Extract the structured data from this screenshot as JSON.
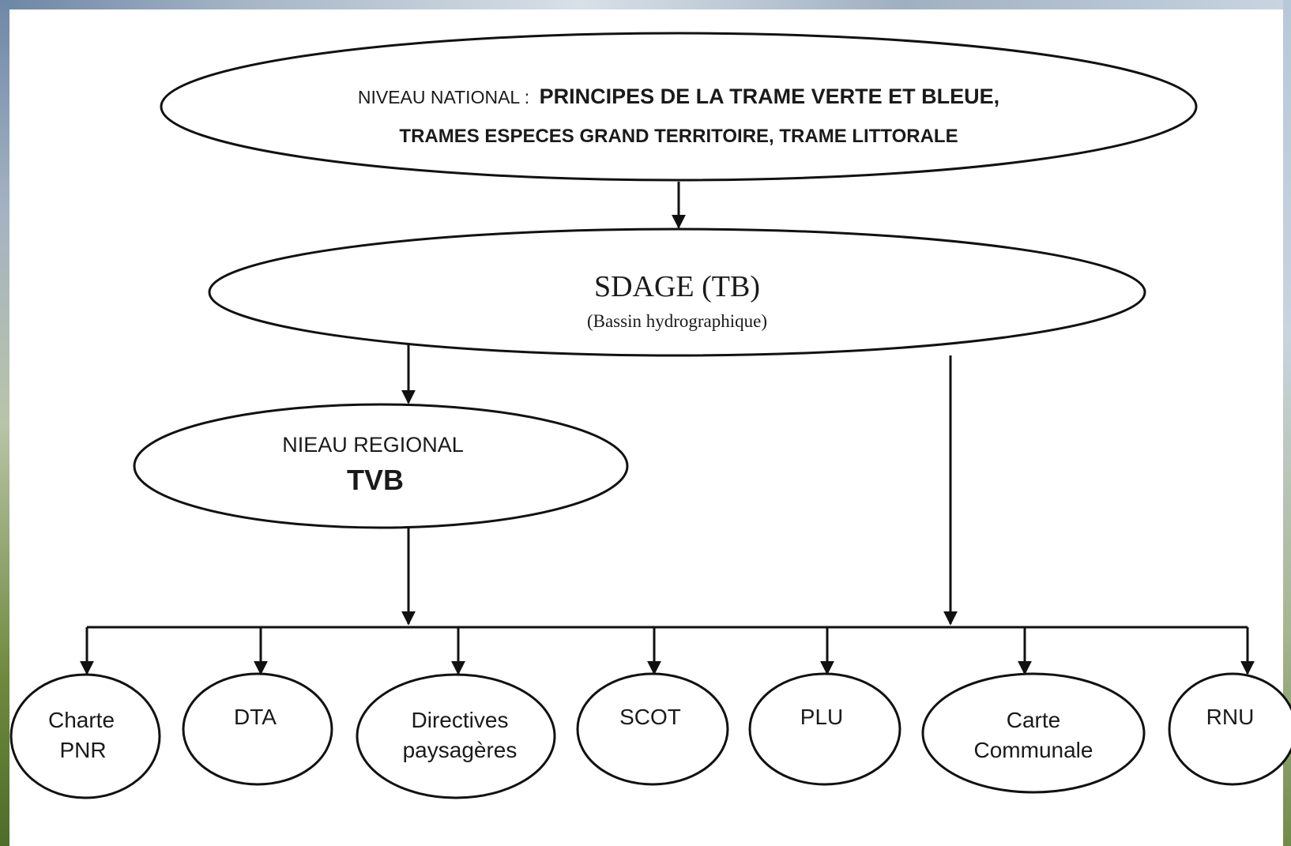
{
  "nodes": {
    "national": {
      "line1_small": "NIVEAU NATIONAL :",
      "line1_bold": "PRINCIPES DE LA TRAME VERTE ET BLEUE,",
      "line2": "TRAMES ESPECES GRAND TERRITOIRE, TRAME LITTORALE"
    },
    "sdage": {
      "title": "SDAGE (TB)",
      "subtitle": "(Bassin hydrographique)"
    },
    "regional": {
      "line1": "NIEAU REGIONAL",
      "line2": "TVB"
    },
    "leaves": [
      {
        "line1": "Charte",
        "line2": "PNR"
      },
      {
        "line1": "DTA",
        "line2": ""
      },
      {
        "line1": "Directives",
        "line2": "paysagères"
      },
      {
        "line1": "SCOT",
        "line2": ""
      },
      {
        "line1": "PLU",
        "line2": ""
      },
      {
        "line1": "Carte",
        "line2": "Communale"
      },
      {
        "line1": "RNU",
        "line2": ""
      }
    ]
  },
  "edges": [
    {
      "from": "national",
      "to": "sdage"
    },
    {
      "from": "sdage",
      "to": "regional"
    },
    {
      "from": "regional",
      "to": "leaves-bus"
    },
    {
      "from": "sdage",
      "to": "leaves-bus"
    },
    {
      "from": "leaves-bus",
      "to": "leaf-charte-pnr"
    },
    {
      "from": "leaves-bus",
      "to": "leaf-dta"
    },
    {
      "from": "leaves-bus",
      "to": "leaf-directives-paysageres"
    },
    {
      "from": "leaves-bus",
      "to": "leaf-scot"
    },
    {
      "from": "leaves-bus",
      "to": "leaf-plu"
    },
    {
      "from": "leaves-bus",
      "to": "leaf-carte-communale"
    },
    {
      "from": "leaves-bus",
      "to": "leaf-rnu"
    }
  ]
}
